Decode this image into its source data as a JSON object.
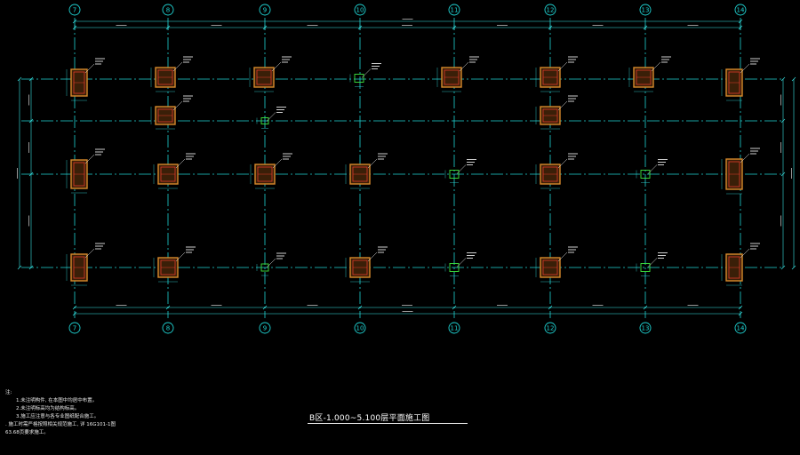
{
  "drawing": {
    "title": "B区-1.000~5.100层平面施工图",
    "scale_note": "",
    "axes": [
      "7",
      "8",
      "9",
      "10",
      "11",
      "12",
      "13",
      "14"
    ]
  },
  "notes": {
    "heading": "注:",
    "items": [
      "1.未注明构件, 在本图中均居中布置。",
      "2.未注明标高均为结构标高。",
      "3.施工应注意与各专业图纸配合施工。",
      ". 施工时需严格按照相关规范施工, 详 16G101-1图",
      "63.68页要求施工。"
    ]
  },
  "colors": {
    "axis": "#1fd3d3",
    "dim": "#39e6e6",
    "column_fill": "#d88a2c",
    "column_rebar": "#e23a2a",
    "label": "#e6e6e6",
    "stub": "#3ee63e"
  }
}
